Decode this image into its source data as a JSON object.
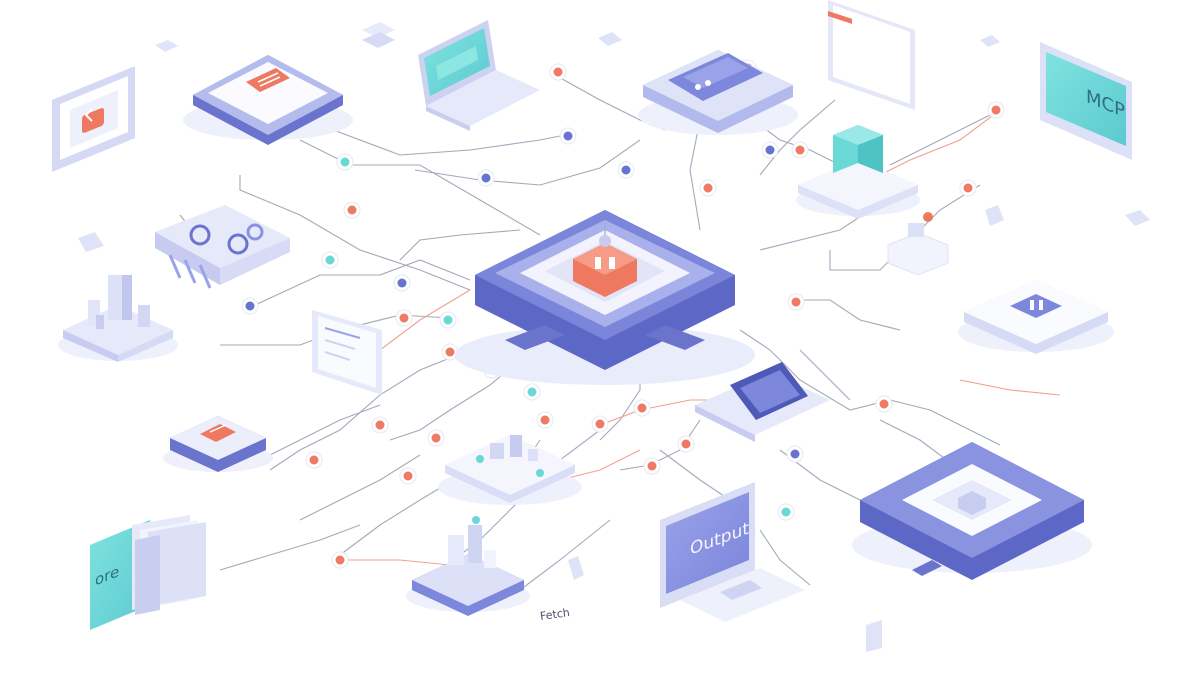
{
  "labels": {
    "mcp": "MCP",
    "output": "Output",
    "ore": "ore",
    "fetch_caption": "Fetch"
  },
  "palette": {
    "navy": "#6872cf",
    "lavender": "#b9c1ee",
    "pale": "#eef0fb",
    "coral": "#ef7a63",
    "teal": "#69d8d6",
    "wire": "#9aa1b4",
    "wire_coral": "#f1a090"
  },
  "icons": [
    "hub-chip-icon",
    "mcp-monitor-icon",
    "output-monitor-icon",
    "folder-stack-icon",
    "laptop-icon",
    "server-block-icon",
    "database-cube-icon",
    "connector-dot-icon"
  ]
}
